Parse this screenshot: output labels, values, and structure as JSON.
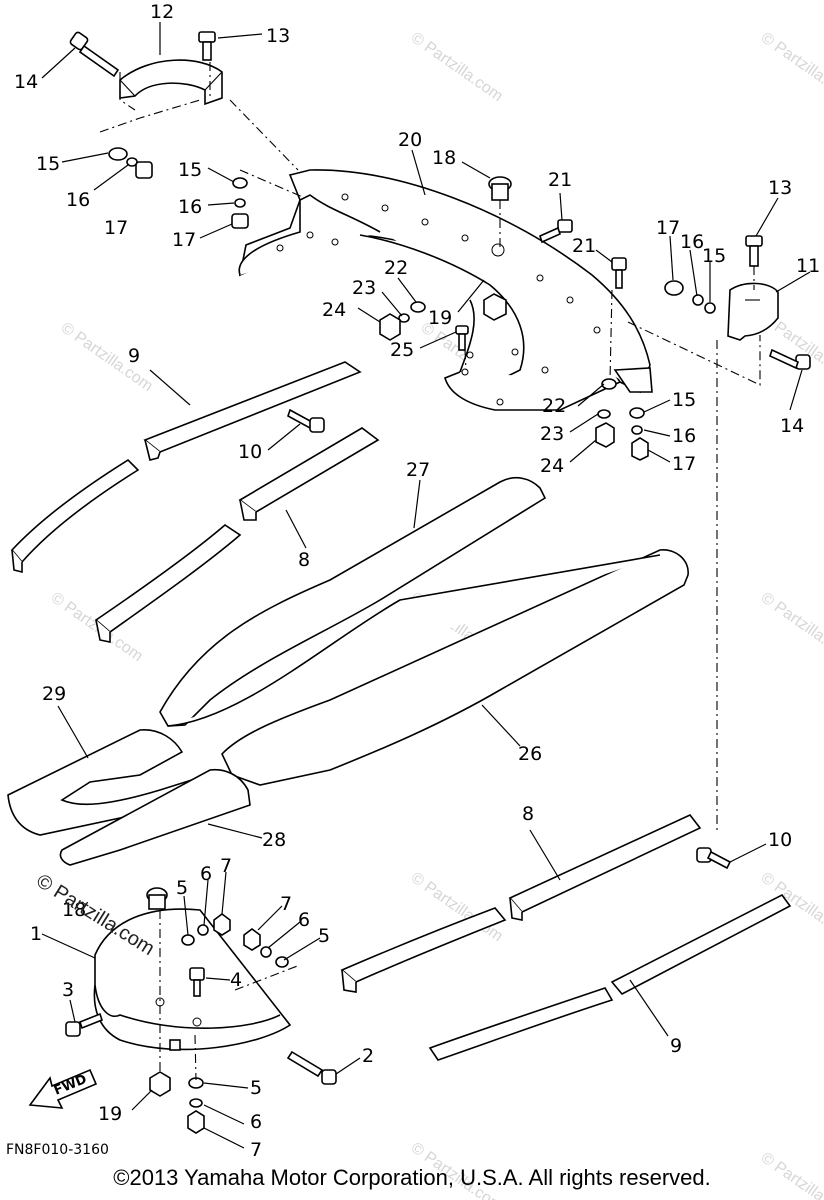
{
  "diagram_code": "FN8F010-3160",
  "copyright": "©2013  Yamaha Motor Corporation, U.S.A. All rights reserved.",
  "watermark": "© Partzilla.com",
  "fwd_label": "FWD",
  "labels": {
    "l1": "1",
    "l2": "2",
    "l3": "3",
    "l4": "4",
    "l5a": "5",
    "l5b": "5",
    "l5c": "5",
    "l6a": "6",
    "l6b": "6",
    "l6c": "6",
    "l7a": "7",
    "l7b": "7",
    "l7c": "7",
    "l8a": "8",
    "l8b": "8",
    "l9a": "9",
    "l9b": "9",
    "l10a": "10",
    "l10b": "10",
    "l11": "11",
    "l12": "12",
    "l13a": "13",
    "l13b": "13",
    "l14a": "14",
    "l14b": "14",
    "l15a": "15",
    "l15b": "15",
    "l15c": "15",
    "l15d": "15",
    "l16a": "16",
    "l16b": "16",
    "l16c": "16",
    "l16d": "16",
    "l17a": "17",
    "l17b": "17",
    "l17c": "17",
    "l17d": "17",
    "l18a": "18",
    "l18b": "18",
    "l19a": "19",
    "l19b": "19",
    "l20": "20",
    "l21a": "21",
    "l21b": "21",
    "l22a": "22",
    "l22b": "22",
    "l23a": "23",
    "l23b": "23",
    "l24a": "24",
    "l24b": "24",
    "l25": "25",
    "l26": "26",
    "l27": "27",
    "l28": "28",
    "l29": "29"
  }
}
